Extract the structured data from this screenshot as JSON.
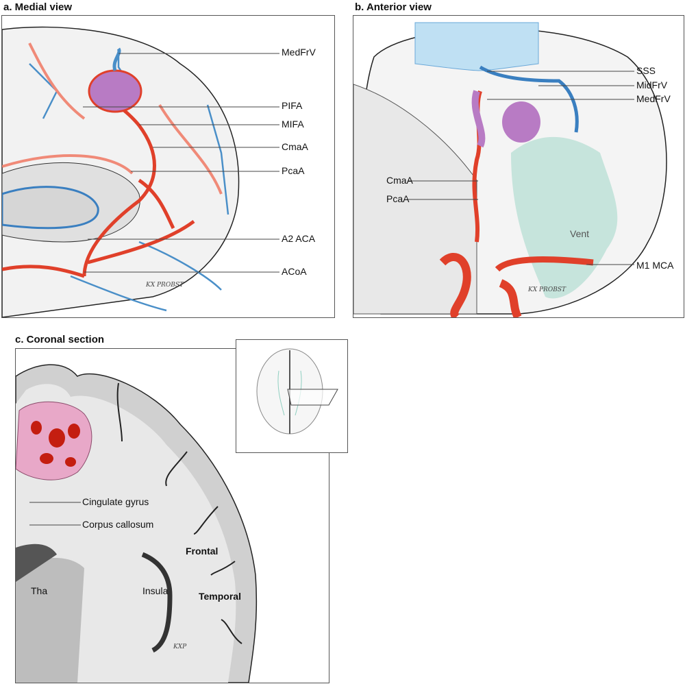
{
  "panels": {
    "a": {
      "title": "a. Medial view",
      "labels": [
        "MedFrV",
        "PIFA",
        "MIFA",
        "CmaA",
        "PcaA",
        "A2 ACA",
        "ACoA"
      ],
      "signature": "KX PROBST"
    },
    "b": {
      "title": "b. Anterior view",
      "labels": [
        "SSS",
        "MidFrV",
        "MedFrV",
        "CmaA",
        "PcaA",
        "Vent",
        "M1 MCA"
      ],
      "signature": "KX PROBST"
    },
    "c": {
      "title": "c. Coronal section",
      "labels": [
        "Cingulate gyrus",
        "Corpus callosum",
        "Frontal",
        "Temporal",
        "Tha",
        "Insula"
      ],
      "signature": "KXP"
    }
  },
  "colors": {
    "artery": "#e0402a",
    "vein": "#4a8fc8",
    "avm": "#b87bc4",
    "ventricle": "#8fcfc0",
    "gray_matter": "#c9c9c9",
    "white_matter": "#e6e6e6"
  }
}
